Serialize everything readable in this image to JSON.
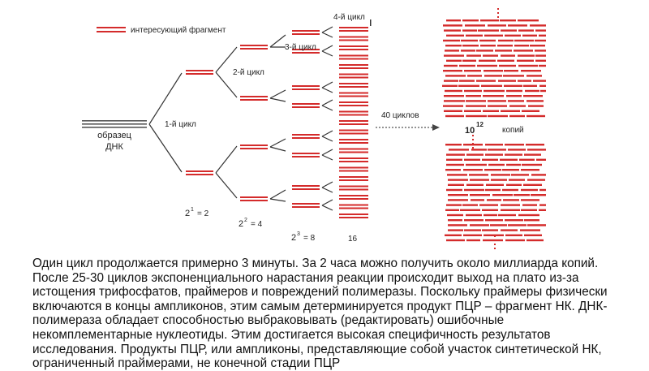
{
  "diagram": {
    "legend_label": "интересующий фрагмент",
    "sample_label": [
      "образец",
      "ДНК"
    ],
    "cycle1_label": "1-й цикл",
    "cycle2_label": "2-й цикл",
    "cycle3_label": "3-й цикл",
    "cycle4_label": "4-й цикл",
    "arrow_label": "40 циклов",
    "result_base": "10",
    "result_exp": "12",
    "result_label": "копий",
    "counts": [
      {
        "base": "2",
        "exp": "1",
        "value": "= 2"
      },
      {
        "base": "2",
        "exp": "2",
        "value": "= 4"
      },
      {
        "base": "2",
        "exp": "3",
        "value": "= 8"
      },
      {
        "value": "16"
      }
    ],
    "colors": {
      "fragment": "#d42b2b",
      "line": "#333333"
    }
  },
  "caption": "Один цикл продолжается примерно 3 минуты. За 2 часа можно получить около миллиарда копий. После 25-30 циклов экспоненциального нарастания реакции происходит выход на плато из-за истощения трифосфатов, праймеров и повреждений полимеразы. Поскольку праймеры физически включаются в концы ампликонов, этим самым детерминируется продукт ПЦР – фрагмент НК. ДНК-полимераза обладает способностью выбраковывать (редактировать) ошибочные некомплементарные нуклеотиды. Этим достигается высокая специфичность результатов исследования. Продукты ПЦР, или ампликоны, представляющие собой участок синтетической НК, ограниченный праймерами, не конечной стадии ПЦР"
}
